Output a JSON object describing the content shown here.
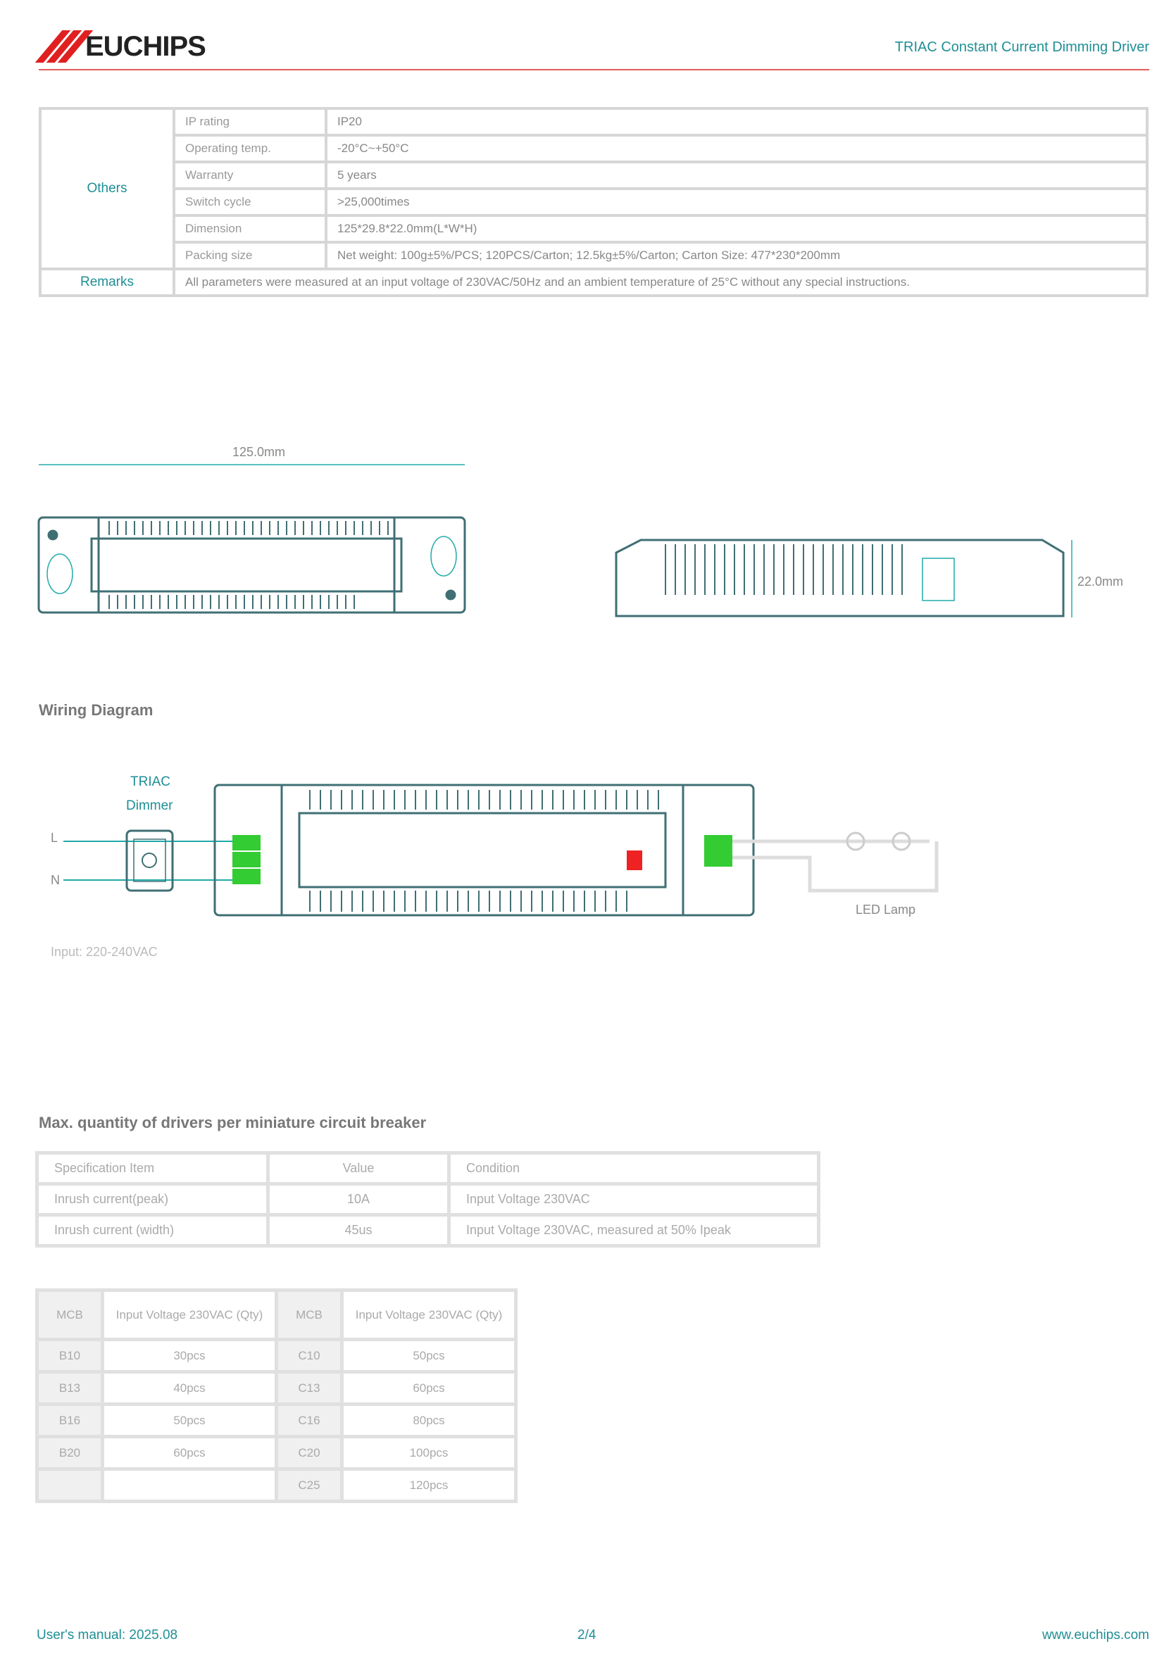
{
  "header": {
    "brand": "EUCHIPS",
    "doc_title": "TRIAC Constant Current Dimming Driver"
  },
  "spec_table": {
    "group_others": "Others",
    "group_remarks": "Remarks",
    "rows": [
      {
        "key": "IP rating",
        "value": "IP20"
      },
      {
        "key": "Operating temp.",
        "value": "-20°C~+50°C"
      },
      {
        "key": "Warranty",
        "value": "5 years"
      },
      {
        "key": "Switch cycle",
        "value": ">25,000times"
      },
      {
        "key": "Dimension",
        "value": "125*29.8*22.0mm(L*W*H)"
      },
      {
        "key": "Packing size",
        "value": "Net weight: 100g±5%/PCS; 120PCS/Carton; 12.5kg±5%/Carton; Carton Size: 477*230*200mm"
      }
    ],
    "remarks": "All parameters were measured at an input voltage of 230VAC/50Hz and an ambient temperature of 25°C without any special instructions."
  },
  "dimension": {
    "length": "125.0mm",
    "height": "22.0mm"
  },
  "wiring": {
    "title": "Wiring Diagram",
    "dimmer": "TRIAC",
    "dimmer2": "Dimmer",
    "l": "L",
    "n": "N",
    "load": "LED Lamp",
    "input": "Input: 220-240VAC"
  },
  "breaker": {
    "title": "Max. quantity of drivers per miniature circuit breaker",
    "headers": [
      "Specification Item",
      "Value",
      "Condition"
    ],
    "rows": [
      [
        "Inrush current(peak)",
        "10A",
        "Input Voltage 230VAC"
      ],
      [
        "Inrush current (width)",
        "45us",
        "Input Voltage 230VAC, measured at 50% Ipeak"
      ]
    ],
    "mcb_headers": [
      "MCB",
      "Input Voltage 230VAC (Qty)",
      "MCB",
      "Input Voltage 230VAC (Qty)"
    ],
    "mcb_rows": [
      [
        "B10",
        "30pcs",
        "C10",
        "50pcs"
      ],
      [
        "B13",
        "40pcs",
        "C13",
        "60pcs"
      ],
      [
        "B16",
        "50pcs",
        "C16",
        "80pcs"
      ],
      [
        "B20",
        "60pcs",
        "C20",
        "100pcs"
      ],
      [
        "",
        "",
        "C25",
        "120pcs"
      ]
    ]
  },
  "footer": {
    "manual": "User's manual:  2025.08",
    "page": "2/4",
    "url": "www.euchips.com"
  }
}
